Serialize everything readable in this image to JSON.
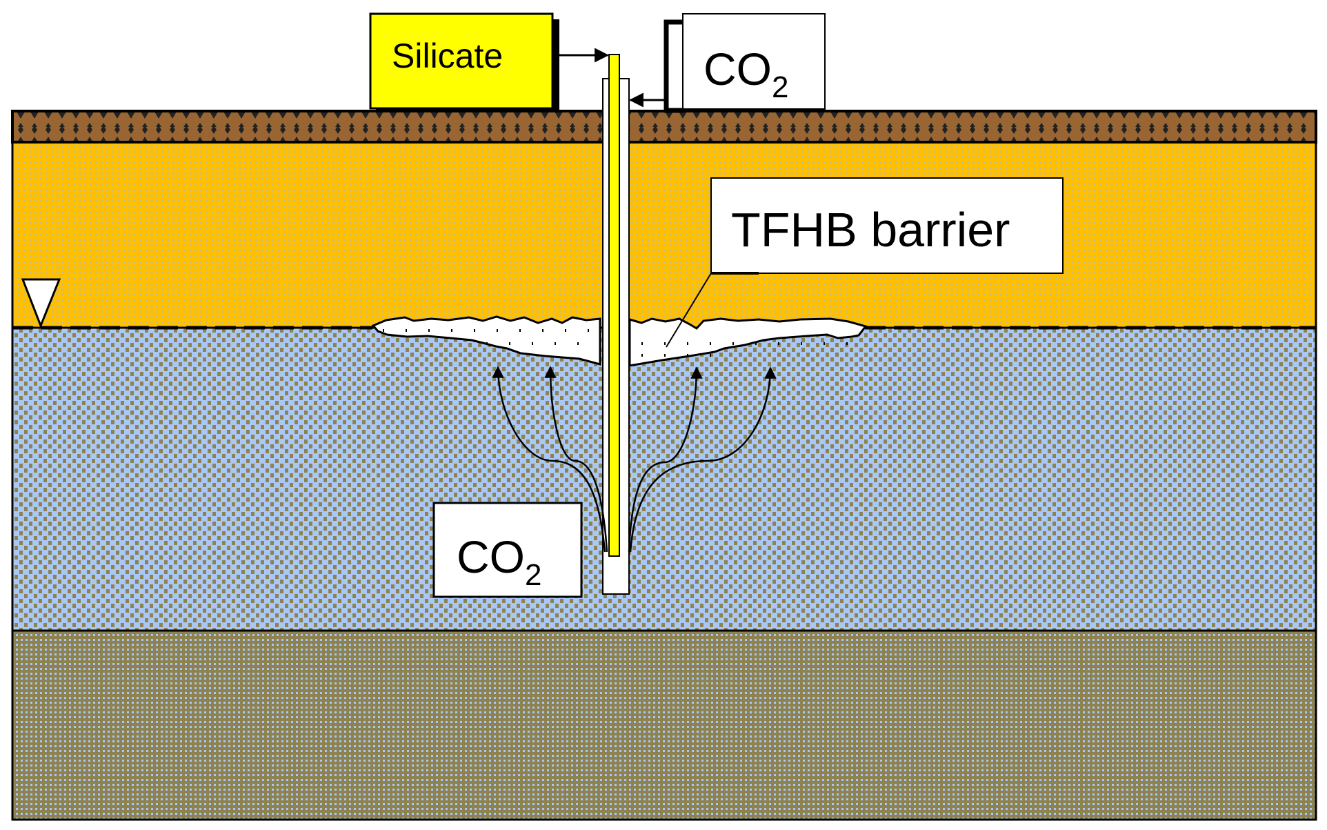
{
  "labels": {
    "silicate": "Silicate",
    "co2_top": "CO",
    "co2_top_sub": "2",
    "tfhb": "TFHB barrier",
    "co2_bottom": "CO",
    "co2_bottom_sub": "2"
  },
  "colors": {
    "silicate_box": "#FFFF00",
    "topsoil": "#996633",
    "topsoil_pattern": "#222222",
    "vadose_zone": "#FFC000",
    "vadose_dots": "#C8BC8C",
    "saturated_zone": "#A9C8F5",
    "saturated_squares": "#8E8350",
    "bedrock": "#8E8350",
    "bedrock_squares": "#A9C8F5",
    "barrier": "#FFFFFF"
  },
  "icons": {
    "water_table": "water-table-triangle-icon",
    "flow_arrows": "co2-flow-arrow-icon"
  }
}
